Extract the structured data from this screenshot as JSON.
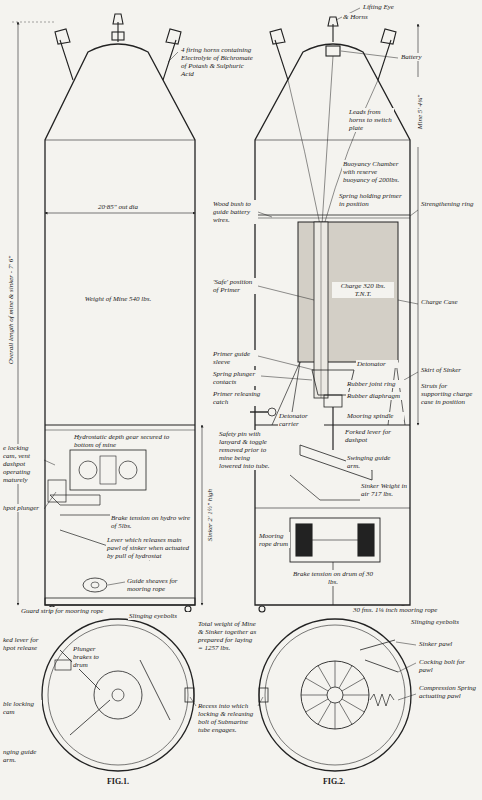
{
  "diagram": {
    "labels": [
      "4 firing horns containing Electrolyte of Bichromate of Potash & Sulphuric Acid",
      "Overall length of mine & sinker - 7' 6\"",
      "20·85\" out dia",
      "Weight of Mine 540 lbs.",
      "Hydrostatic depth gear secured to bottom of mine",
      "Sinker 2' 1½\" high",
      "e locking cam, vent dashpot operating maturely",
      "hpot plunger",
      "Brake tension on hydro wire of 5lbs.",
      "Lever which releases main pawl of sinker when actuated by pull of hydrostat",
      "Guide sheaves for mooring rope",
      "Guard strip for mooring rope",
      "Slinging eyebolts",
      "ked lever for hpot release",
      "Plunger brakes to drum",
      "ble locking cam",
      "nging guide arm.",
      "FIG.1.",
      "Total weight of Mine & Sinker together as prepared for laying = 1257 lbs.",
      "Recess into which locking & releasing bolt of Submarine tube engages.",
      "Lifting Eye",
      "& Horns",
      "Battery",
      "Leads from horns to switch plate",
      "Mine 5' 4¾\"",
      "Buoyancy Chamber with reserve buoyancy of 200lbs.",
      "Spring holding primer in position",
      "Wood bush to guide battery wires.",
      "Strengthening ring",
      "'Safe' position of Primer",
      "Charge 320 lbs. T.N.T.",
      "Charge Case",
      "Primer guide sleeve",
      "Spring plunger contacts",
      "Primer releasing catch",
      "Detonator",
      "Detonator carrier",
      "Rubber joint ring",
      "Rubber diaphragm",
      "Skirt of Sinker",
      "Struts for supporting charge case in position",
      "Mooring spindle",
      "Safety pin with lanyard & toggle removed prior to mine being lowered into tube.",
      "Forked lever for dashpot",
      "Swinging guide arm.",
      "Sinker Weight in air 717 lbs.",
      "Mooring rope drum",
      "Brake tension on drum of 30 lbs.",
      "30 fms. 1⅛ inch mooring rope",
      "Slinging eyebolts",
      "Sinker pawl",
      "Cocking bolt for pawl",
      "Compression Spring actuating pawl",
      "FIG.2."
    ]
  }
}
